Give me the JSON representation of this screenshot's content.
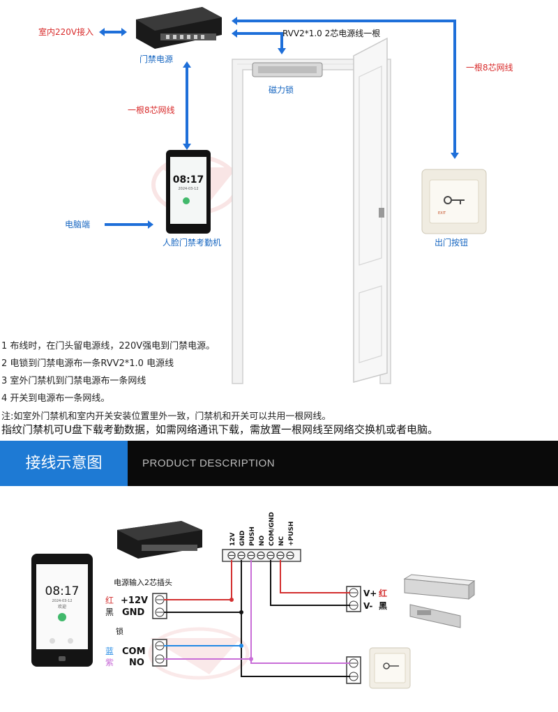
{
  "top_labels": {
    "ac_input": "室内220V接入",
    "power_supply": "门禁电源",
    "cable_rvv": "RVV2*1.0 2芯电源线一根",
    "magnetic_lock": "磁力锁",
    "network_cable_right": "一根8芯网线",
    "network_cable_left": "一根8芯网线",
    "exit_button": "出门按钮",
    "pc_side": "电脑端",
    "face_terminal": "人脸门禁考勤机",
    "device_time": "08:17",
    "device_date": "2024-03-12",
    "button_text": "EXIT"
  },
  "notes": [
    "1  布线时，在门头留电源线，220V强电到门禁电源。",
    "2 电锁到门禁电源布一条RVV2*1.0 电源线",
    "3 室外门禁机到门禁电源布一条网线",
    "4 开关到电源布一条网线。",
    " 注:如室外门禁机和室内开关安装位置里外一致，门禁机和开关可以共用一根网线。",
    "指纹门禁机可U盘下载考勤数据，如需网络通讯下载，需放置一根网线至网络交换机或者电脑。"
  ],
  "section_header": {
    "title": "接线示意图",
    "subtitle": "PRODUCT DESCRIPTION"
  },
  "wiring": {
    "terminal_labels": [
      "12V",
      "GND",
      "PUSH",
      "NO",
      "COM/GND",
      "NC",
      "+PUSH"
    ],
    "power_input_label": "电源输入2芯插头",
    "red_char": "红",
    "black_char": "黑",
    "v12": "+12V",
    "gnd": "GND",
    "lock_label": "锁",
    "blue_char": "蓝",
    "purple_char": "紫",
    "com": "COM",
    "no": "NO",
    "v_plus": "V+",
    "v_minus": "V-",
    "red_char_2": "红",
    "black_char_2": "黑",
    "device_time": "08:17",
    "device_date": "2024-03-12",
    "device_greeting": "欢迎"
  },
  "colors": {
    "blue_cable": "#1e6fd9",
    "red_wire": "#d32f2f",
    "black_wire": "#111111",
    "blue_wire": "#1e88e5",
    "purple_wire": "#c86dd7",
    "header_blue": "#1e7ad4"
  }
}
